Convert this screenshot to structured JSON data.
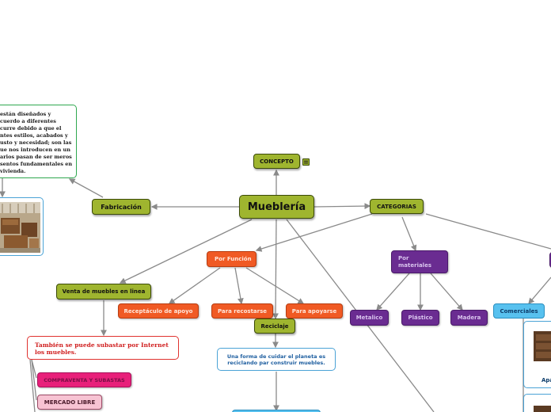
{
  "central": {
    "label": "Mueblería"
  },
  "concepto": {
    "label": "CONCEPTO",
    "note_icon": "notes-icon"
  },
  "fabricacion": {
    "label": "Fabricación",
    "note_lines": [
      "están diseñados y",
      "cuerdo a diferentes",
      "curre debido a que el",
      "ntes estilos, acabados y",
      "usto y necesidad; son las",
      "ue nos introducen en un",
      "arios pasan de ser meros",
      "sentos fundamentales en",
      "vivienda."
    ],
    "image_icon": "furniture-factory-photo"
  },
  "categorias": {
    "label": "CATEGORIAS"
  },
  "por_funcion": {
    "label": "Por Función",
    "children": [
      "Receptáculo de apoyo",
      "Para recostarse",
      "Para apoyarse"
    ]
  },
  "por_materiales": {
    "label_line1": "Por",
    "label_line2": "materiales",
    "children": [
      "Metalico",
      "Plástico",
      "Madera"
    ]
  },
  "comerciales": {
    "label": "Comerciales",
    "card_caption": "Apa"
  },
  "venta": {
    "label": "Venta de muebles en linea",
    "subasta_note": "También se puede subastar por Internet los muebles.",
    "pink_label": "COMPRAVENTA Y SUBASTAS",
    "mercado_label": "MERCADO LIBRE"
  },
  "reciclaje": {
    "label": "Reciclaje",
    "note": "Una forma de cuidar el planeta es reciclando par construir muebles."
  },
  "colors": {
    "olive": "#9fb52f",
    "orange": "#f05a24",
    "purple": "#6a2c91",
    "blue": "#58c1ef",
    "pink": "#e8207a",
    "green_border": "#2fa84f",
    "link": "#8a8a8a"
  }
}
